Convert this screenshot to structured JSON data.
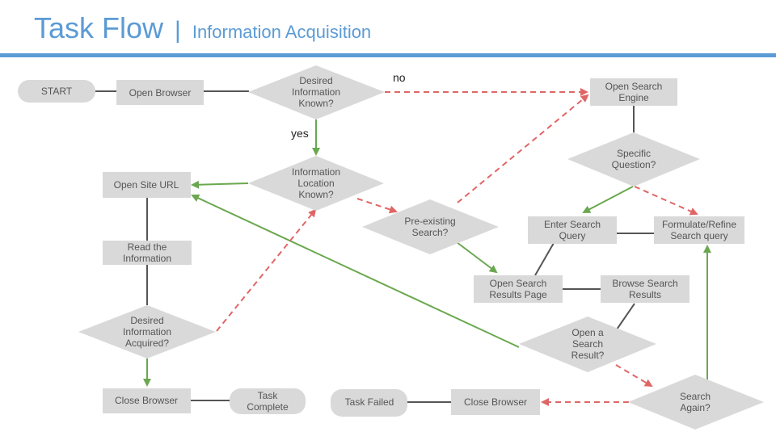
{
  "header": {
    "title": "Task Flow",
    "separator": "|",
    "subtitle": "Information Acquisition"
  },
  "colors": {
    "accent": "#5b9bd5",
    "node_fill": "#d9d9d9",
    "node_text": "#555555",
    "yes_edge": "#6aa84f",
    "no_edge": "#e06666",
    "plain_edge": "#555555"
  },
  "nodes": [
    {
      "id": "start",
      "lines": [
        "START"
      ]
    },
    {
      "id": "open-browser",
      "lines": [
        "Open Browser"
      ]
    },
    {
      "id": "desired-info-known",
      "lines": [
        "Desired",
        "Information",
        "Known?"
      ]
    },
    {
      "id": "open-search-engine",
      "lines": [
        "Open Search",
        "Engine"
      ]
    },
    {
      "id": "specific-question",
      "lines": [
        "Specific",
        "Question?"
      ]
    },
    {
      "id": "info-location-known",
      "lines": [
        "Information",
        "Location",
        "Known?"
      ]
    },
    {
      "id": "open-site-url",
      "lines": [
        "Open Site URL"
      ]
    },
    {
      "id": "pre-existing-search",
      "lines": [
        "Pre-existing",
        "Search?"
      ]
    },
    {
      "id": "enter-search-query",
      "lines": [
        "Enter Search",
        "Query"
      ]
    },
    {
      "id": "formulate-refine",
      "lines": [
        "Formulate/Refine",
        "Search query"
      ]
    },
    {
      "id": "read-information",
      "lines": [
        "Read the",
        "Information"
      ]
    },
    {
      "id": "open-search-results-page",
      "lines": [
        "Open Search",
        "Results Page"
      ]
    },
    {
      "id": "browse-search-results",
      "lines": [
        "Browse Search",
        "Results"
      ]
    },
    {
      "id": "desired-info-acquired",
      "lines": [
        "Desired",
        "Information",
        "Acquired?"
      ]
    },
    {
      "id": "open-search-result",
      "lines": [
        "Open a",
        "Search",
        "Result?"
      ]
    },
    {
      "id": "close-browser-left",
      "lines": [
        "Close Browser"
      ]
    },
    {
      "id": "task-complete",
      "lines": [
        "Task",
        "Complete"
      ]
    },
    {
      "id": "task-failed",
      "lines": [
        "Task Failed"
      ]
    },
    {
      "id": "close-browser-right",
      "lines": [
        "Close Browser"
      ]
    },
    {
      "id": "search-again",
      "lines": [
        "Search",
        "Again?"
      ]
    }
  ],
  "edge_labels": {
    "no": "no",
    "yes": "yes"
  }
}
